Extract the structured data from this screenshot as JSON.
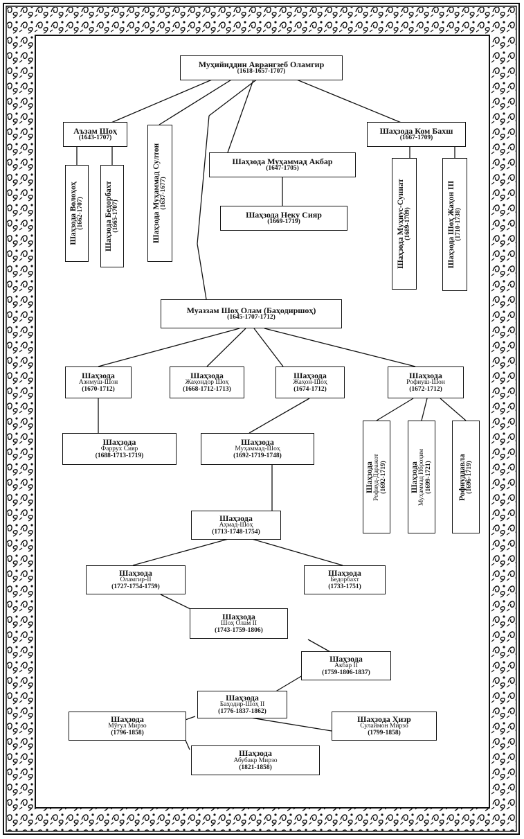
{
  "diagram": {
    "root": {
      "name": "Муҳийиддин Аврангзеб Оламгир",
      "dates": "(1618-1657-1707)"
    },
    "azam": {
      "name": "Аъзам Шоҳ",
      "dates": "(1643-1707)"
    },
    "volokhoh": {
      "name": "Шаҳзода Волоҳоҳ",
      "dates": "(1662-1707)"
    },
    "bedorbakht1": {
      "name": "Шаҳзода Бедорбахт",
      "dates": "(1665-1707)"
    },
    "sulton": {
      "name": "Шаҳзода Муҳаммад Султон",
      "dates": "(1637-1677)"
    },
    "akbar": {
      "name": "Шаҳзода Муҳаммад Акбар",
      "dates": "(1647-1705)"
    },
    "neku": {
      "name": "Шаҳзода Неку Сияр",
      "dates": "(1669-1719)"
    },
    "kom": {
      "name": "Шаҳзода Ком Бахш",
      "dates": "(1667-1709)"
    },
    "muhius": {
      "name": "Шаҳзода Муҳиус-Суннат",
      "dates": "(1689-1709)"
    },
    "shoh_jahon3": {
      "name": "Шаҳзода Шоҳ Жаҳон III",
      "dates": "(1710-1738)"
    },
    "muazzam": {
      "name": "Муаззам Шоҳ Олам (Баҳодиршоҳ)",
      "dates": "(1645-1707-1712)"
    },
    "azimush": {
      "title": "Шаҳзода",
      "name": "Азимуш-Шон",
      "dates": "(1670-1712)"
    },
    "jahondor": {
      "title": "Шаҳзода",
      "name": "Жаҳондор Шоҳ",
      "dates": "(1668-1712-1713)"
    },
    "jahon": {
      "title": "Шаҳзода",
      "name": "Жаҳон-Шоҳ",
      "dates": "(1674-1712)"
    },
    "rofiush": {
      "title": "Шаҳзода",
      "name": "Рофиуш-Шон",
      "dates": "(1672-1712)"
    },
    "farrukh": {
      "title": "Шаҳзода",
      "name": "Фаррух Сияр",
      "dates": "(1688-1713-1719)"
    },
    "muhammad_shoh": {
      "title": "Шаҳзода",
      "name": "Муҳаммад-Шоҳ",
      "dates": "(1692-1719-1748)"
    },
    "rofiud_darajot": {
      "title": "Шаҳзода",
      "name": "Рофиуд-Даражот",
      "dates": "(1692-1719)"
    },
    "ibrohim": {
      "title": "Шаҳзода",
      "name": "Муҳаммад Иброҳим",
      "dates": "(1699-1721)"
    },
    "rofiuddavla": {
      "name": "Рофиуддавла",
      "dates": "(1696-1719)"
    },
    "ahmad": {
      "title": "Шаҳзода",
      "name": "Аҳмад-Шоҳ",
      "dates": "(1713-1748-1754)"
    },
    "olamgir2": {
      "title": "Шаҳзода",
      "name": "Оламгир-II",
      "dates": "(1727-1754-1759)"
    },
    "bedorbakht2": {
      "title": "Шаҳзода",
      "name": "Бедорбахт",
      "dates": "(1733-1751)"
    },
    "shoh_olam2": {
      "title": "Шаҳзода",
      "name": "Шоҳ Олам II",
      "dates": "(1743-1759-1806)"
    },
    "akbar2": {
      "title": "Шаҳзода",
      "name": "Акбар II",
      "dates": "(1759-1806-1837)"
    },
    "bahodir": {
      "title": "Шаҳзода",
      "name": "Баҳодир-Шоҳ II",
      "dates": "(1776-1837-1862)"
    },
    "mugul": {
      "title": "Шаҳзода",
      "name": "Мўғул Мирзо",
      "dates": "(1796-1858)"
    },
    "hizr": {
      "title": "Шаҳзода Ҳизр",
      "name": "Сулаймон Мирзо",
      "dates": "(1799-1858)"
    },
    "abubakr": {
      "title": "Шаҳзода",
      "name": "Абубакр Мирзо",
      "dates": "(1821-1858)"
    }
  }
}
